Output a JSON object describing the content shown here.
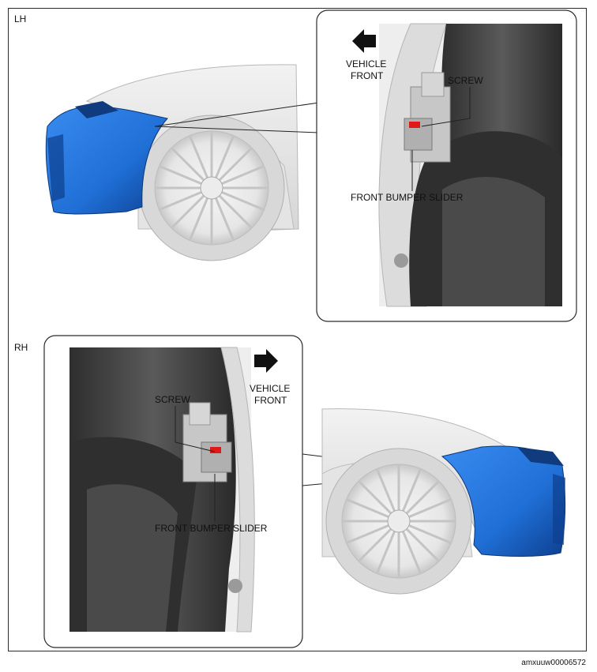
{
  "sections": {
    "lh": {
      "label": "LH"
    },
    "rh": {
      "label": "RH"
    }
  },
  "callouts": {
    "lh_direction_line1": "VEHICLE",
    "lh_direction_line2": "FRONT",
    "lh_screw": "SCREW",
    "lh_slider": "FRONT BUMPER SLIDER",
    "rh_direction_line1": "VEHICLE",
    "rh_direction_line2": "FRONT",
    "rh_screw": "SCREW",
    "rh_slider": "FRONT BUMPER SLIDER"
  },
  "figure_code": "amxuuw00006572",
  "colors": {
    "bumper": "#1f6fd6",
    "bumper_dark": "#0d3f8f",
    "tire": "#3a3a3a",
    "screw_mark": "#e01818",
    "frame": "#2b2b2b"
  },
  "icons": {
    "direction_arrow": "arrow-icon"
  }
}
